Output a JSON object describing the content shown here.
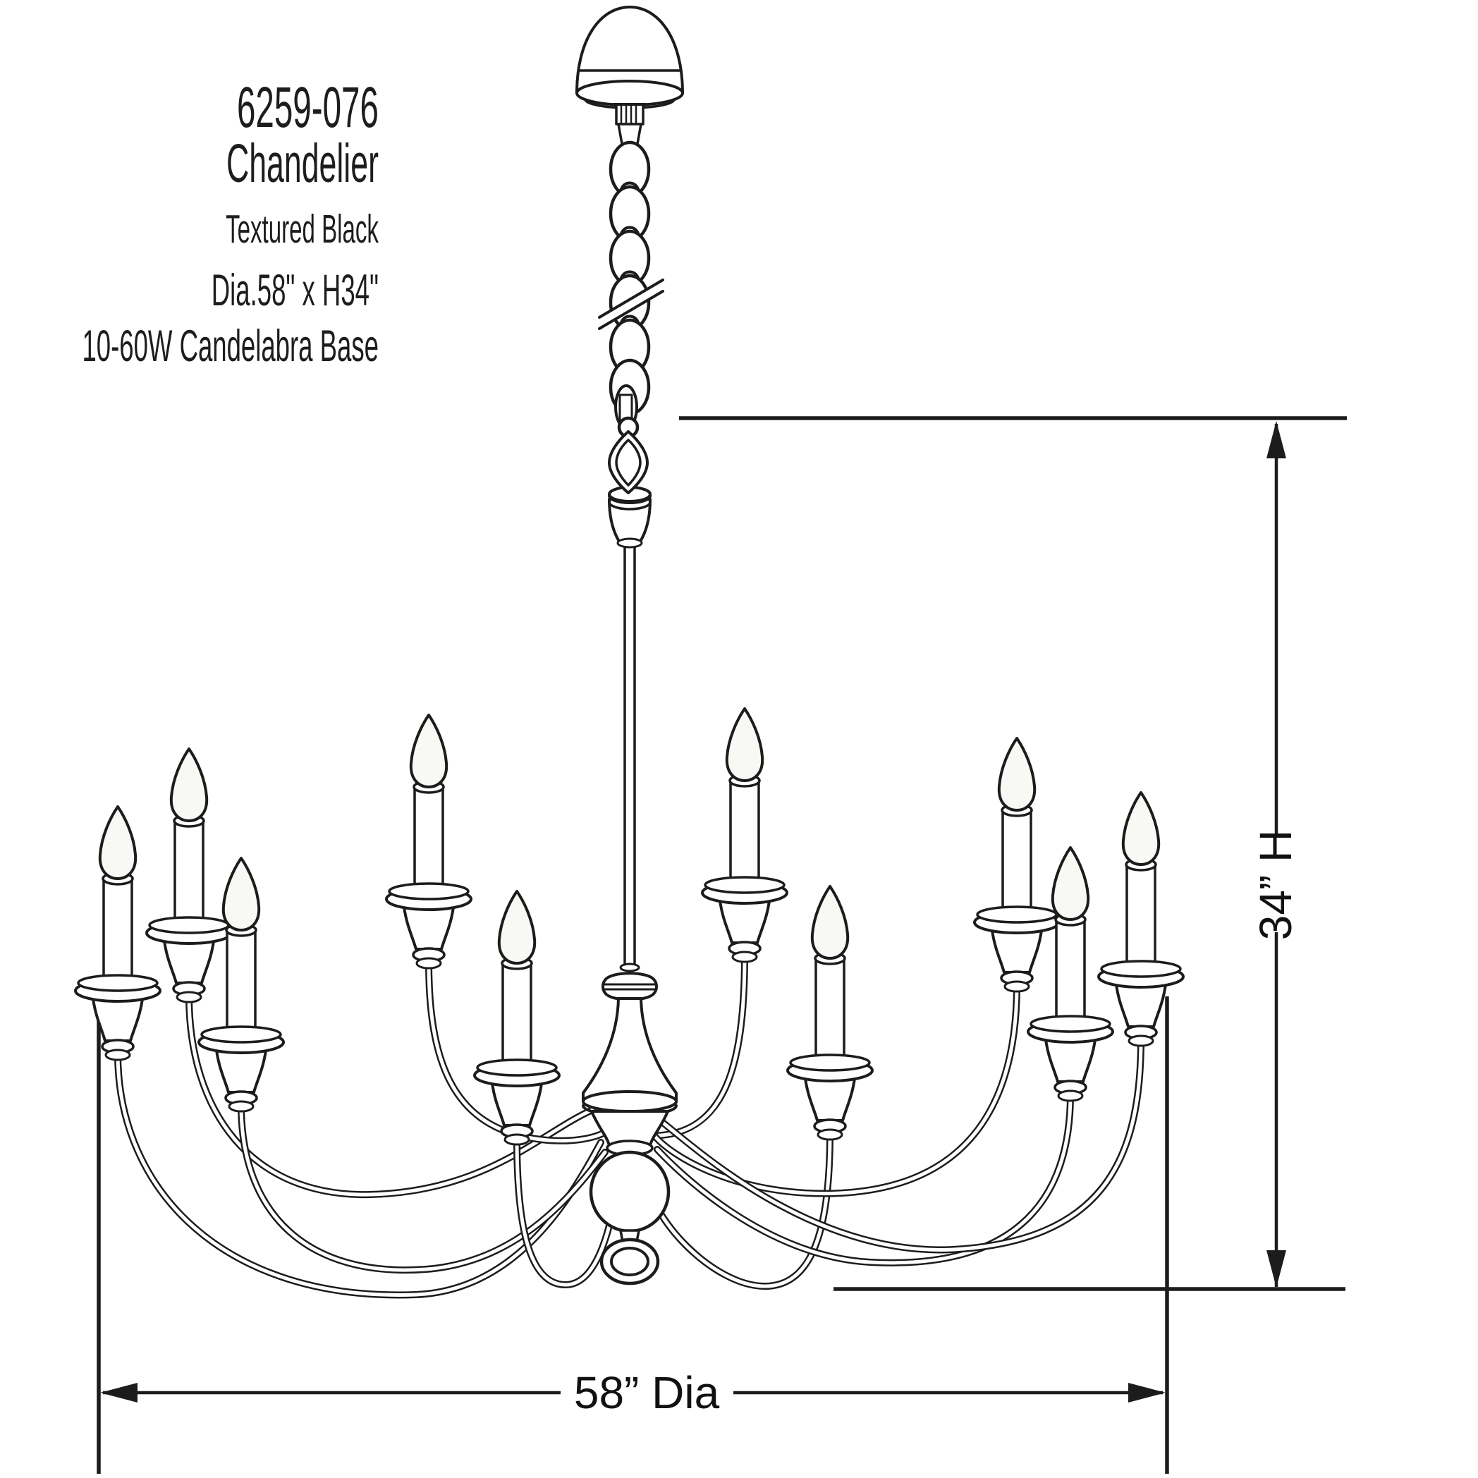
{
  "product_info": {
    "model": "6259-076",
    "name": "Chandelier",
    "finish": "Textured Black",
    "size": "Dia.58\" x H34\"",
    "lamping": "10-60W Candelabra Base"
  },
  "dimensions": {
    "height_label": "34” H",
    "diameter_label": "58” Dia"
  },
  "drawing": {
    "type": "technical line drawing",
    "view": "side elevation with mounting chain",
    "candle_count": 10,
    "line_color": "#1c1c1c",
    "background_color": "#ffffff",
    "bulb_fill_color": "#f8f8f4"
  }
}
